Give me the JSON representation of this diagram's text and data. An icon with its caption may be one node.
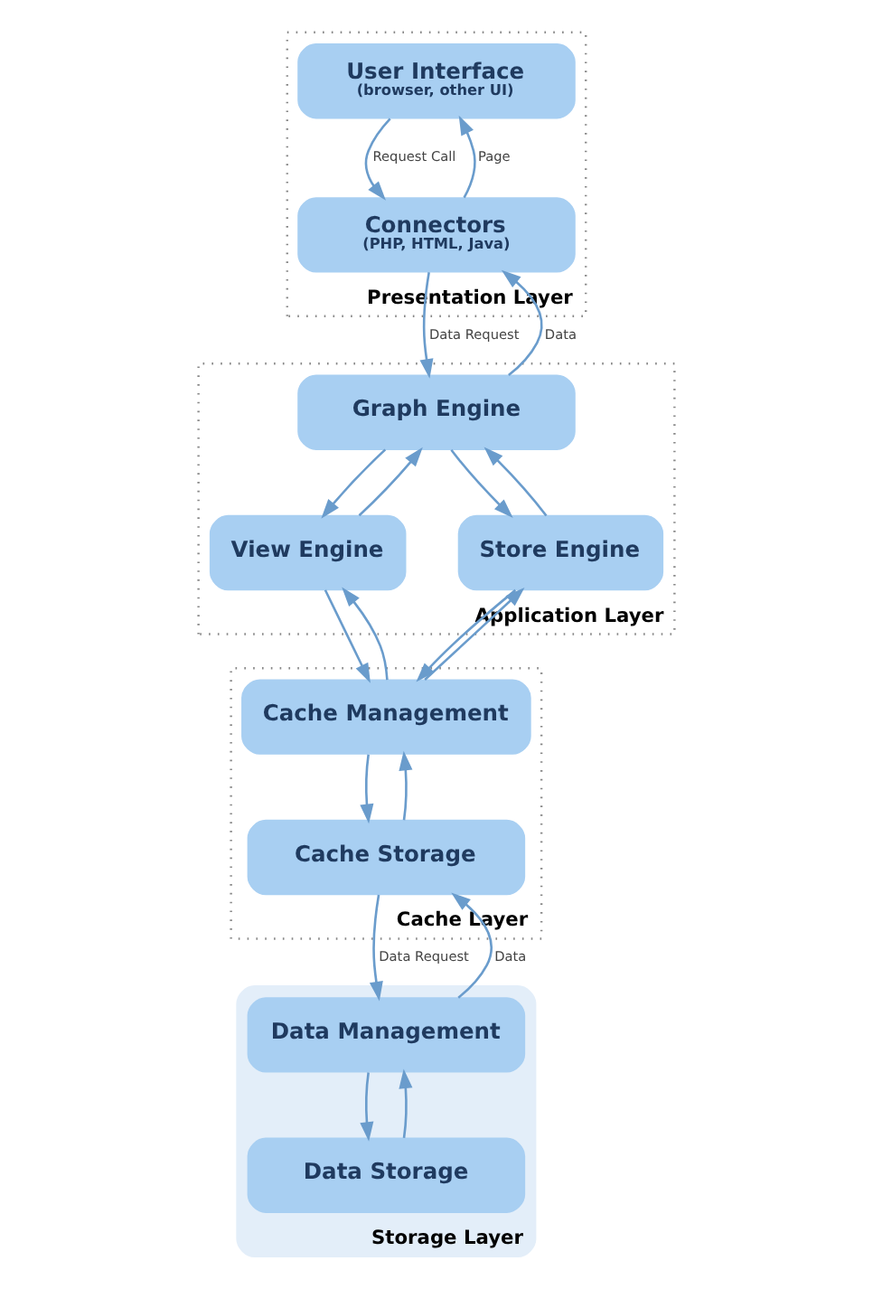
{
  "diagram": {
    "nodes": [
      {
        "text": [
          "Presentation Layer"
        ]
      },
      {
        "text": [
          "User Interface",
          "(browser, other UI)"
        ],
        "in": 0
      },
      {
        "text": [
          "Connectors",
          "(PHP, HTML, Java)"
        ],
        "in": 0
      },
      {
        "text": [
          "Application Layer"
        ]
      },
      {
        "text": [
          "Graph Engine"
        ],
        "in": 3
      },
      {
        "text": [
          "View Engine"
        ],
        "in": 3
      },
      {
        "text": [
          "Store Engine"
        ],
        "in": 3
      },
      {
        "text": [
          "Cache Layer"
        ]
      },
      {
        "text": [
          "Cache Management"
        ],
        "in": 7
      },
      {
        "text": [
          "Cache Storage"
        ],
        "in": 7
      },
      {
        "text": [
          "Storage Layer"
        ]
      },
      {
        "text": [
          "Data Management"
        ],
        "in": 10
      },
      {
        "text": [
          "Data Storage"
        ],
        "in": 10
      }
    ],
    "edges": [
      {
        "from": 2,
        "to": 1,
        "arrow": "to",
        "label": "Page"
      },
      {
        "from": 1,
        "to": 2,
        "arrow": "to",
        "label": "Request Call"
      },
      {
        "from": 4,
        "to": 2,
        "arrow": "to",
        "label": "Data"
      },
      {
        "from": 2,
        "to": 4,
        "arrow": "to",
        "label": "Data Request"
      },
      {
        "from": 5,
        "to": 4,
        "arrow": "to"
      },
      {
        "from": 4,
        "to": 5,
        "arrow": "to"
      },
      {
        "from": 4,
        "to": 6,
        "arrow": "to"
      },
      {
        "from": 6,
        "to": 4,
        "arrow": "to"
      },
      {
        "from": 8,
        "to": 5,
        "arrow": "to"
      },
      {
        "from": 5,
        "to": 8,
        "arrow": "to"
      },
      {
        "from": 8,
        "to": 6,
        "arrow": "to"
      },
      {
        "from": 6,
        "to": 8,
        "arrow": "to"
      },
      {
        "from": 9,
        "to": 8,
        "arrow": "to"
      },
      {
        "from": 8,
        "to": 9,
        "arrow": "to"
      },
      {
        "from": 11,
        "to": 9,
        "arrow": "to",
        "label": "Data"
      },
      {
        "from": 9,
        "to": 11,
        "arrow": "to",
        "label": "Data Request"
      },
      {
        "from": 12,
        "to": 11,
        "arrow": "to"
      },
      {
        "from": 11,
        "to": 12,
        "arrow": "to"
      }
    ]
  }
}
